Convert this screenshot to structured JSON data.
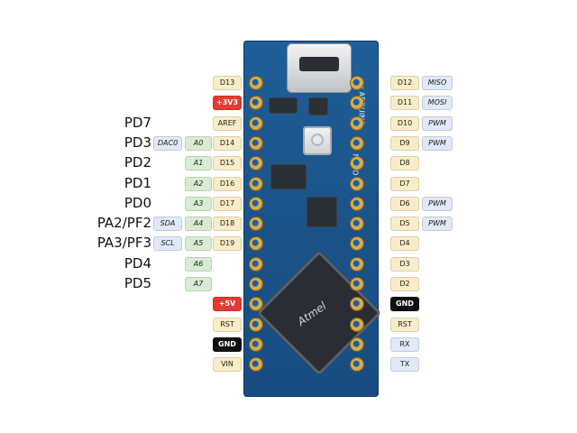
{
  "pins": {
    "left": [
      {
        "pin": "D13",
        "pin_color": "yellow",
        "port": "",
        "func1": "",
        "func1_color": "",
        "func2": "",
        "func2_color": ""
      },
      {
        "pin": "+3V3",
        "pin_color": "red",
        "port": "",
        "func1": "",
        "func1_color": "",
        "func2": "",
        "func2_color": ""
      },
      {
        "pin": "AREF",
        "pin_color": "yellow",
        "port": "PD7",
        "func1": "",
        "func1_color": "",
        "func2": "",
        "func2_color": ""
      },
      {
        "pin": "D14",
        "pin_color": "yellow",
        "port": "PD3",
        "func1": "A0",
        "func1_color": "green",
        "func2": "DAC0",
        "func2_color": "blue"
      },
      {
        "pin": "D15",
        "pin_color": "yellow",
        "port": "PD2",
        "func1": "A1",
        "func1_color": "green",
        "func2": "",
        "func2_color": ""
      },
      {
        "pin": "D16",
        "pin_color": "yellow",
        "port": "PD1",
        "func1": "A2",
        "func1_color": "green",
        "func2": "",
        "func2_color": ""
      },
      {
        "pin": "D17",
        "pin_color": "yellow",
        "port": "PD0",
        "func1": "A3",
        "func1_color": "green",
        "func2": "",
        "func2_color": ""
      },
      {
        "pin": "D18",
        "pin_color": "yellow",
        "port": "PA2/PF2",
        "func1": "A4",
        "func1_color": "green",
        "func2": "SDA",
        "func2_color": "blue"
      },
      {
        "pin": "D19",
        "pin_color": "yellow",
        "port": "PA3/PF3",
        "func1": "A5",
        "func1_color": "green",
        "func2": "SCL",
        "func2_color": "blue"
      },
      {
        "pin": "",
        "pin_color": "",
        "port": "PD4",
        "func1": "A6",
        "func1_color": "green",
        "func2": "",
        "func2_color": ""
      },
      {
        "pin": "",
        "pin_color": "",
        "port": "PD5",
        "func1": "A7",
        "func1_color": "green",
        "func2": "",
        "func2_color": ""
      },
      {
        "pin": "+5V",
        "pin_color": "red",
        "port": "",
        "func1": "",
        "func1_color": "",
        "func2": "",
        "func2_color": ""
      },
      {
        "pin": "RST",
        "pin_color": "yellow",
        "port": "",
        "func1": "",
        "func1_color": "",
        "func2": "",
        "func2_color": ""
      },
      {
        "pin": "GND",
        "pin_color": "black",
        "port": "",
        "func1": "",
        "func1_color": "",
        "func2": "",
        "func2_color": ""
      },
      {
        "pin": "VIN",
        "pin_color": "yellow",
        "port": "",
        "func1": "",
        "func1_color": "",
        "func2": "",
        "func2_color": ""
      }
    ],
    "right": [
      {
        "pin": "D12",
        "pin_color": "yellow",
        "func": "MISO",
        "func_color": "blue"
      },
      {
        "pin": "D11",
        "pin_color": "yellow",
        "func": "MOSI",
        "func_color": "blue"
      },
      {
        "pin": "D10",
        "pin_color": "yellow",
        "func": "PWM",
        "func_color": "blue"
      },
      {
        "pin": "D9",
        "pin_color": "yellow",
        "func": "PWM",
        "func_color": "blue"
      },
      {
        "pin": "D8",
        "pin_color": "yellow",
        "func": "",
        "func_color": ""
      },
      {
        "pin": "D7",
        "pin_color": "yellow",
        "func": "",
        "func_color": ""
      },
      {
        "pin": "D6",
        "pin_color": "yellow",
        "func": "PWM",
        "func_color": "blue"
      },
      {
        "pin": "D5",
        "pin_color": "yellow",
        "func": "PWM",
        "func_color": "blue"
      },
      {
        "pin": "D4",
        "pin_color": "yellow",
        "func": "",
        "func_color": ""
      },
      {
        "pin": "D3",
        "pin_color": "yellow",
        "func": "",
        "func_color": ""
      },
      {
        "pin": "D2",
        "pin_color": "yellow",
        "func": "",
        "func_color": ""
      },
      {
        "pin": "GND",
        "pin_color": "black",
        "func": "",
        "func_color": ""
      },
      {
        "pin": "RST",
        "pin_color": "yellow",
        "func": "",
        "func_color": ""
      },
      {
        "pin": "RX",
        "pin_color": "blue",
        "func": "",
        "func_color": ""
      },
      {
        "pin": "TX",
        "pin_color": "blue",
        "func": "",
        "func_color": ""
      }
    ]
  },
  "board": {
    "mcu_marking": "Atmel",
    "silk_top": "ON",
    "silk_side_1": "ARDUINO",
    "silk_side_2": "NANO"
  },
  "colors": {
    "pin_yellow": "#f8edc7",
    "pin_green": "#d8ecd4",
    "pin_blue": "#dfe9f7",
    "pin_red": "#e33a32",
    "pin_black": "#0f0f10",
    "pcb_blue": "#1a5288"
  }
}
